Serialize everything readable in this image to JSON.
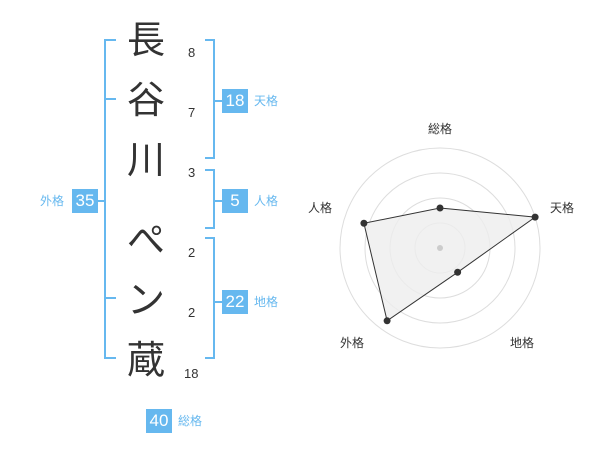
{
  "name": {
    "chars": [
      {
        "char": "長",
        "strokes": "8"
      },
      {
        "char": "谷",
        "strokes": "7"
      },
      {
        "char": "川",
        "strokes": "3"
      },
      {
        "char": "ぺ",
        "strokes": "2"
      },
      {
        "char": "ン",
        "strokes": "2"
      },
      {
        "char": "蔵",
        "strokes": "18"
      }
    ]
  },
  "fortune": {
    "tenkaku": {
      "value": "18",
      "label": "天格"
    },
    "jinkaku": {
      "value": "5",
      "label": "人格"
    },
    "chikaku": {
      "value": "22",
      "label": "地格"
    },
    "gaikaku": {
      "value": "35",
      "label": "外格"
    },
    "soukaku": {
      "value": "40",
      "label": "総格"
    }
  },
  "colors": {
    "accent": "#66b8ef",
    "text": "#333333",
    "grid": "#dddddd",
    "radar_fill": "#eeeeee",
    "radar_line": "#333333"
  },
  "chart_data": {
    "type": "radar",
    "axes": [
      "総格",
      "天格",
      "地格",
      "外格",
      "人格"
    ],
    "values": [
      2,
      5,
      1.5,
      4.5,
      4
    ],
    "rmax": 5,
    "rings": 4
  }
}
